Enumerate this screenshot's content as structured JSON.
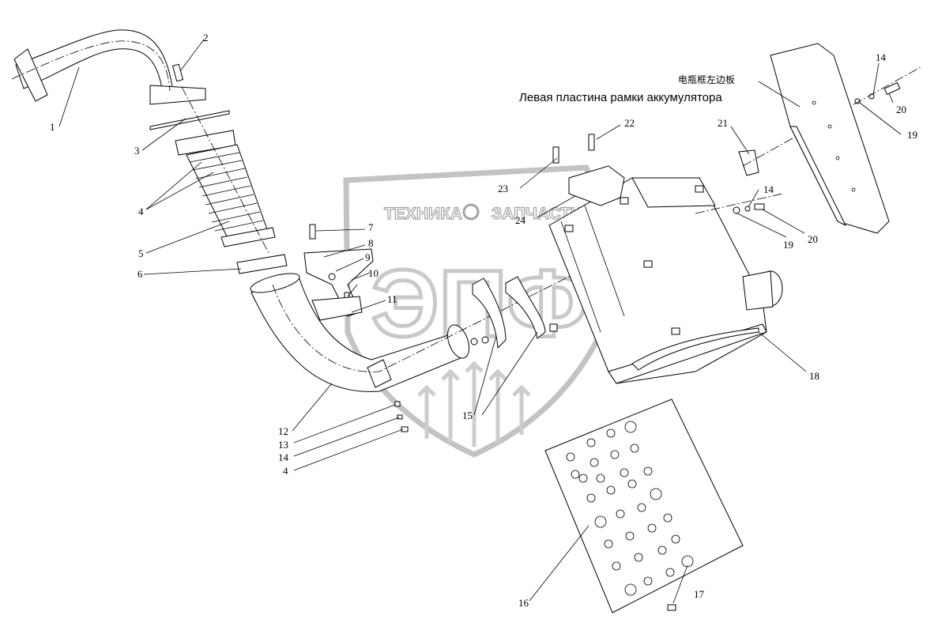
{
  "annotation": {
    "chinese": "电瓶框左边板",
    "russian": "Левая пластина рамки аккумулятора"
  },
  "watermark": {
    "brand_left": "ТЕХНИКА",
    "brand_right": "ЗАПЧАСТИ",
    "logo": "ЭПФ"
  },
  "callouts": {
    "c1": "1",
    "c2": "2",
    "c3": "3",
    "c4a": "4",
    "c4b": "4",
    "c5": "5",
    "c6": "6",
    "c7": "7",
    "c8": "8",
    "c9": "9",
    "c10": "10",
    "c11": "11",
    "c12": "12",
    "c13": "13",
    "c14a": "14",
    "c14b": "14",
    "c14c": "14",
    "c15": "15",
    "c16": "16",
    "c17": "17",
    "c18": "18",
    "c19a": "19",
    "c19b": "19",
    "c20a": "20",
    "c20b": "20",
    "c21": "21",
    "c22": "22",
    "c23": "23",
    "c24": "24"
  },
  "colors": {
    "line": "#000000",
    "watermark": "#9a9a9a",
    "background": "#ffffff"
  }
}
